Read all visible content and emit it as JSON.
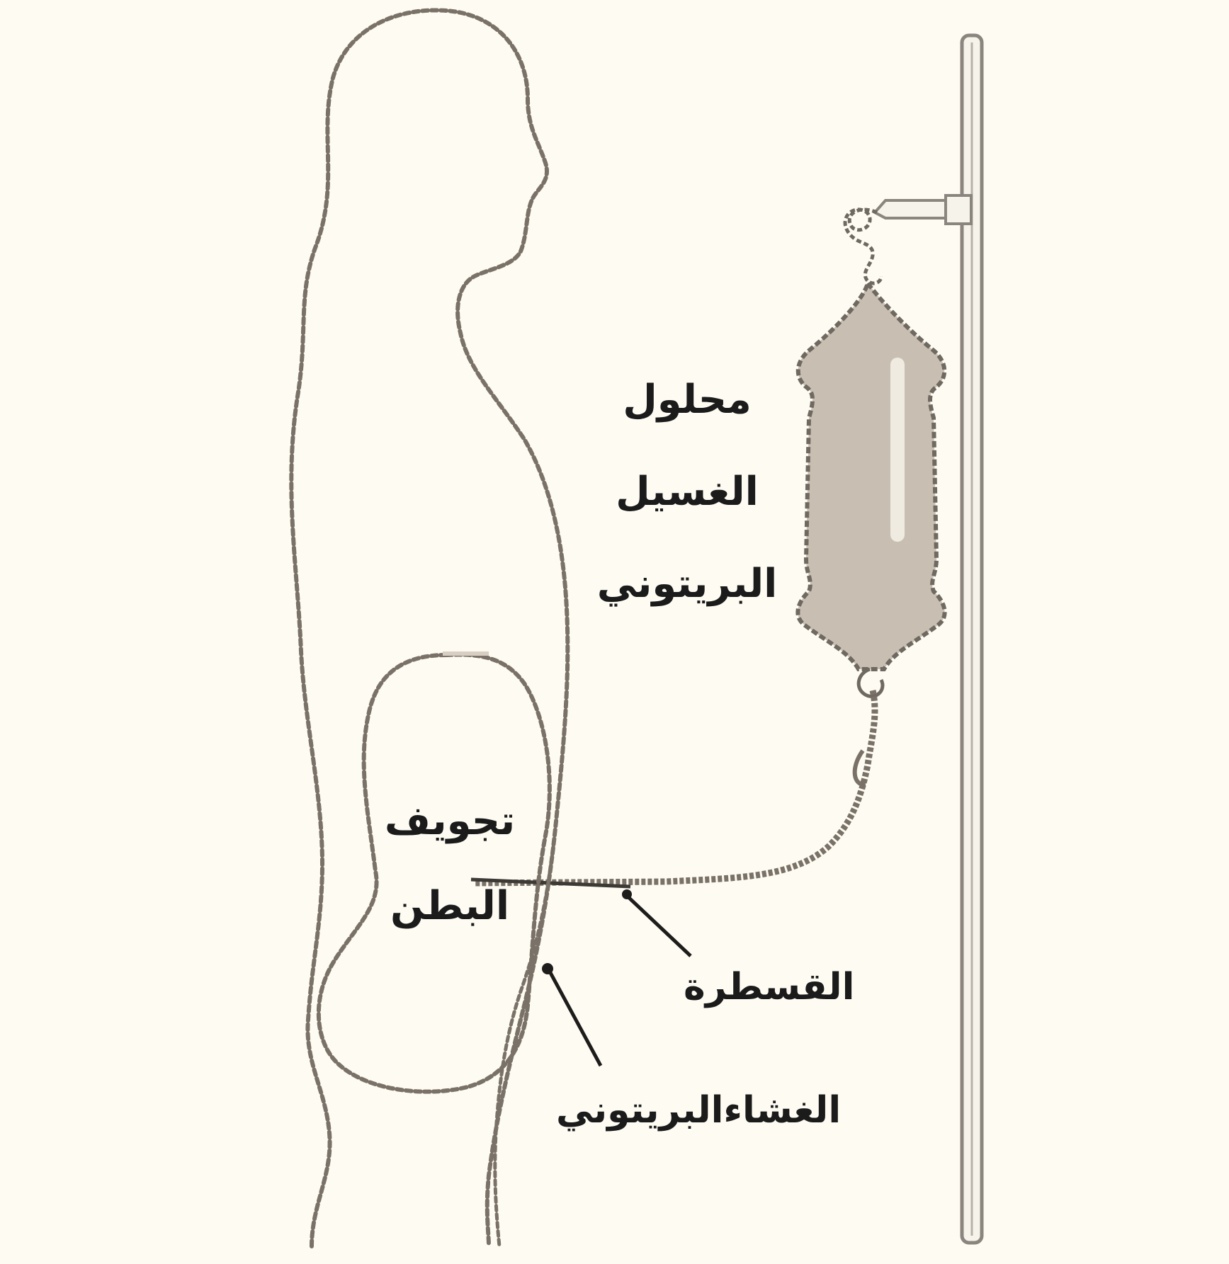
{
  "labels": {
    "solution": [
      "محلول",
      "الغسيل",
      "البريتوني"
    ],
    "cavity": [
      "تجويف",
      "البطن"
    ],
    "catheter": "القسطرة",
    "membrane": "الغشاءالبريتوني"
  },
  "colors": {
    "background": "#fdfbf2",
    "outline": "#7a7268",
    "bag_fill": "#c8bfb2",
    "pole": "#8a857e",
    "text": "#1b1b1b"
  }
}
